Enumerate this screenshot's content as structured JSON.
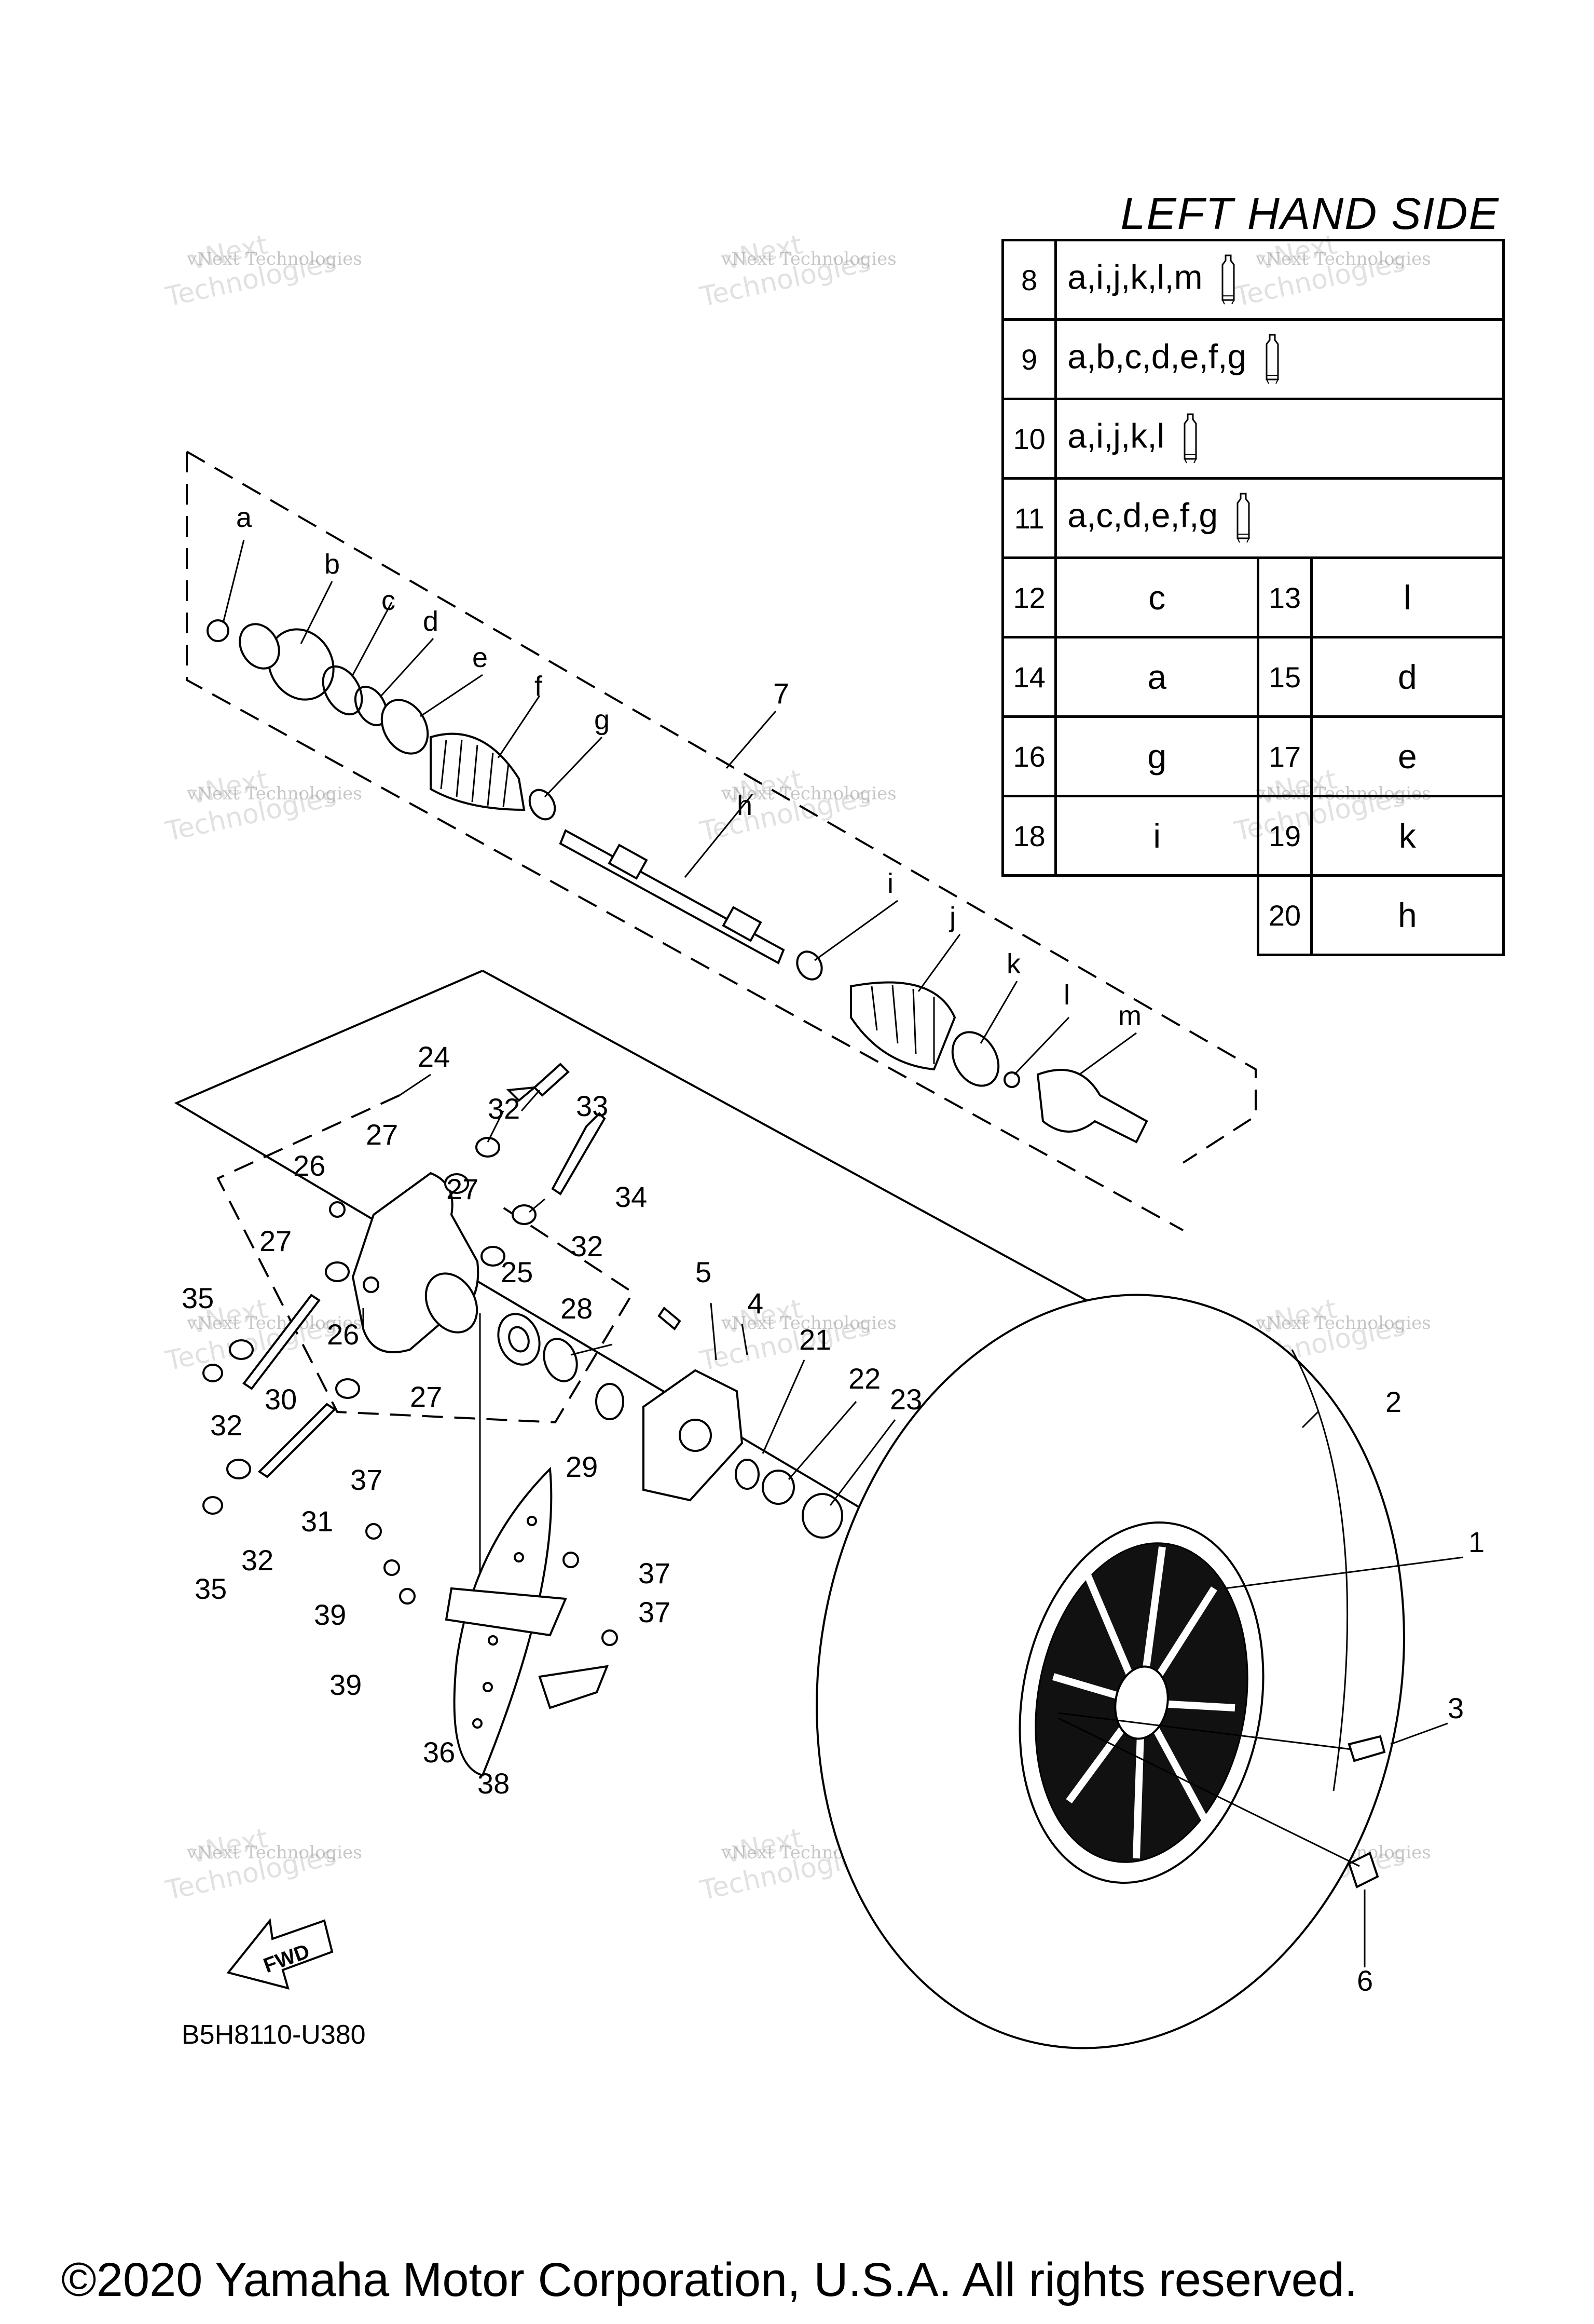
{
  "legend": {
    "title": "LEFT HAND SIDE",
    "full_rows": [
      {
        "num": "8",
        "parts": "a,i,j,k,l,m",
        "icon": "grease-tube-icon"
      },
      {
        "num": "9",
        "parts": "a,b,c,d,e,f,g",
        "icon": "grease-tube-icon"
      },
      {
        "num": "10",
        "parts": "a,i,j,k,l",
        "icon": "grease-tube-icon"
      },
      {
        "num": "11",
        "parts": "a,c,d,e,f,g",
        "icon": "grease-tube-icon"
      }
    ],
    "pair_rows": [
      {
        "n1": "12",
        "v1": "c",
        "n2": "13",
        "v2": "l"
      },
      {
        "n1": "14",
        "v1": "a",
        "n2": "15",
        "v2": "d"
      },
      {
        "n1": "16",
        "v1": "g",
        "n2": "17",
        "v2": "e"
      },
      {
        "n1": "18",
        "v1": "i",
        "n2": "19",
        "v2": "k"
      }
    ],
    "last_row": {
      "n2": "20",
      "v2": "h"
    }
  },
  "callouts": {
    "c1": "1",
    "c2": "2",
    "c3": "3",
    "c4": "4",
    "c5": "5",
    "c6": "6",
    "c7": "7",
    "c21": "21",
    "c22": "22",
    "c23": "23",
    "c24": "24",
    "c25": "25",
    "c26a": "26",
    "c26b": "26",
    "c27a": "27",
    "c27b": "27",
    "c27c": "27",
    "c27d": "27",
    "c28": "28",
    "c29": "29",
    "c30": "30",
    "c31": "31",
    "c32a": "32",
    "c32b": "32",
    "c32c": "32",
    "c32d": "32",
    "c33": "33",
    "c34": "34",
    "c35a": "35",
    "c35b": "35",
    "c36": "36",
    "c37a": "37",
    "c37b": "37",
    "c37c": "37",
    "c38": "38",
    "c39a": "39",
    "c39b": "39"
  },
  "letters": {
    "a": "a",
    "b": "b",
    "c": "c",
    "d": "d",
    "e": "e",
    "f": "f",
    "g": "g",
    "h": "h",
    "i": "i",
    "j": "j",
    "k": "k",
    "l": "l",
    "m": "m"
  },
  "watermark": {
    "line1": "vNext Technologies",
    "line2": "vNext",
    "line3": "Technologies"
  },
  "fwd_label": "FWD",
  "diagram_code": "B5H8110-U380",
  "copyright": "©2020 Yamaha Motor Corporation, U.S.A. All rights reserved."
}
